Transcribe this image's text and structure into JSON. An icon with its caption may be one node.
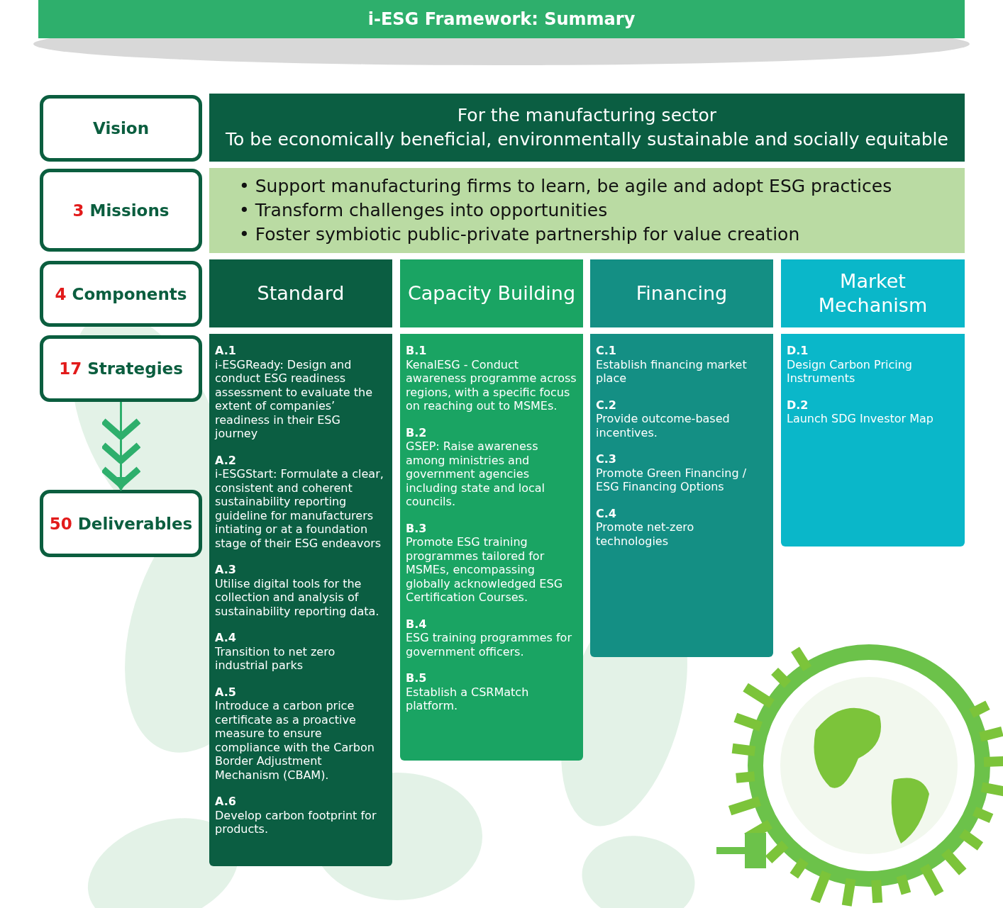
{
  "diagram": {
    "title": "i-ESG Framework: Summary",
    "nodes": [
      {
        "text": [
          "Vision"
        ]
      },
      {
        "text": [
          "For the manufacturing sector",
          "To be economically beneficial, environmentally sustainable and socially equitable"
        ]
      },
      {
        "text": [
          "3 Missions"
        ]
      },
      {
        "text": [
          "• Support manufacturing firms to learn, be agile and adopt ESG practices",
          "• Transform challenges into opportunities",
          "• Foster symbiotic public-private partnership for value creation"
        ]
      },
      {
        "text": [
          "4 Components"
        ]
      },
      {
        "text": [
          "Standard"
        ]
      },
      {
        "text": [
          "Capacity Building"
        ]
      },
      {
        "text": [
          "Financing"
        ]
      },
      {
        "text": [
          "Market Mechanism"
        ]
      },
      {
        "text": [
          "17 Strategies"
        ]
      },
      {
        "text": [],
        "shape": "box"
      },
      {
        "text": [
          "A.1",
          "i-ESGReady: Design and conduct ESG readiness assessment to evaluate the extent of companies’ readiness in their ESG journey"
        ],
        "in": 10
      },
      {
        "text": [
          "A.2",
          "i-ESGStart: Formulate a clear, consistent and coherent sustainability reporting guideline for manufacturers intiating or at a foundation stage of their ESG endeavors"
        ],
        "in": 10
      },
      {
        "text": [
          "A.3",
          "Utilise digital tools for the collection and analysis of sustainability reporting data."
        ],
        "in": 10
      },
      {
        "text": [
          "A.4",
          "Transition to net zero industrial parks"
        ],
        "in": 10
      },
      {
        "text": [
          "A.5",
          "Introduce a carbon price certificate as a proactive measure to ensure compliance with the Carbon Border Adjustment Mechanism (CBAM)."
        ],
        "in": 10
      },
      {
        "text": [
          "A.6",
          "Develop carbon footprint for products."
        ],
        "in": 10
      },
      {
        "text": [],
        "shape": "box"
      },
      {
        "text": [
          "B.1",
          "KenalESG - Conduct awareness programme across regions, with a specific focus on reaching out to MSMEs."
        ],
        "in": 17
      },
      {
        "text": [
          "B.2",
          "GSEP: Raise awareness among ministries and government agencies including state and local councils."
        ],
        "in": 17
      },
      {
        "text": [
          "B.3",
          "Promote ESG training programmes tailored for MSMEs, encompassing globally acknowledged ESG Certification Courses."
        ],
        "in": 17
      },
      {
        "text": [
          "B.4",
          "ESG training programmes for government officers."
        ],
        "in": 17
      },
      {
        "text": [
          "B.5",
          "Establish a CSRMatch platform."
        ],
        "in": 17
      },
      {
        "text": [],
        "shape": "box"
      },
      {
        "text": [
          "C.1",
          "Establish financing market place"
        ],
        "in": 23
      },
      {
        "text": [
          "C.2",
          "Provide outcome-based incentives."
        ],
        "in": 23
      },
      {
        "text": [
          "C.3",
          "Promote Green Financing / ESG Financing Options"
        ],
        "in": 23
      },
      {
        "text": [
          "C.4",
          "Promote net-zero technologies"
        ],
        "in": 23
      },
      {
        "text": [],
        "shape": "box"
      },
      {
        "text": [
          "D.1",
          "Design Carbon Pricing Instruments"
        ],
        "in": 28
      },
      {
        "text": [
          "D.2",
          "Launch SDG Investor Map"
        ],
        "in": 28
      },
      {
        "text": [
          "50 Deliverables"
        ]
      }
    ],
    "edges": [
      {
        "from": 9,
        "to": 31,
        "arrow": "to"
      }
    ]
  }
}
